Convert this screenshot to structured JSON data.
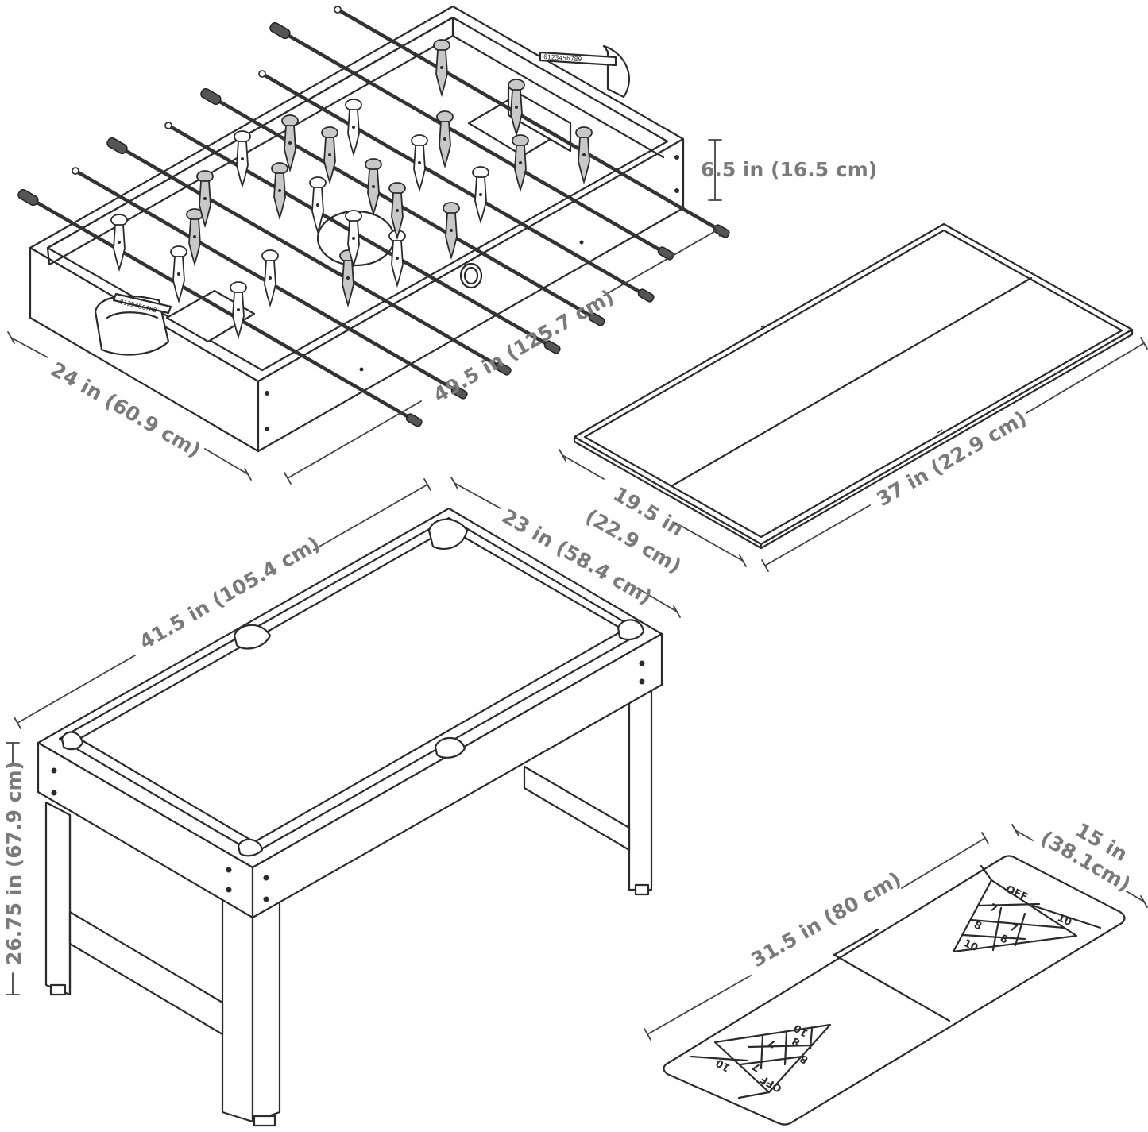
{
  "diagram": {
    "dimensions": {
      "foosball_height": "6.5 in (16.5 cm)",
      "foosball_width": "24 in (60.9 cm)",
      "foosball_length": "49.5 in (125.7 cm)",
      "tabletop_width_line1": "19.5 in",
      "tabletop_width_line2": "(22.9 cm)",
      "tabletop_length": "37 in (22.9 cm)",
      "pool_width": "23 in (58.4 cm)",
      "pool_length": "41.5 in (105.4 cm)",
      "table_height": "26.75 in (67.9 cm)",
      "shuffle_width_line1": "15 in",
      "shuffle_width_line2": "(38.1cm)",
      "shuffle_length": "31.5 in (80 cm)"
    },
    "scoreboard_digits": "0123456789",
    "shuffleboard": {
      "zones_right": [
        "OFF",
        "7",
        "10",
        "8",
        "7",
        "10",
        "8"
      ],
      "zones_left": [
        "10",
        "8",
        "8",
        "7",
        "7",
        "10",
        "OFF"
      ]
    }
  }
}
